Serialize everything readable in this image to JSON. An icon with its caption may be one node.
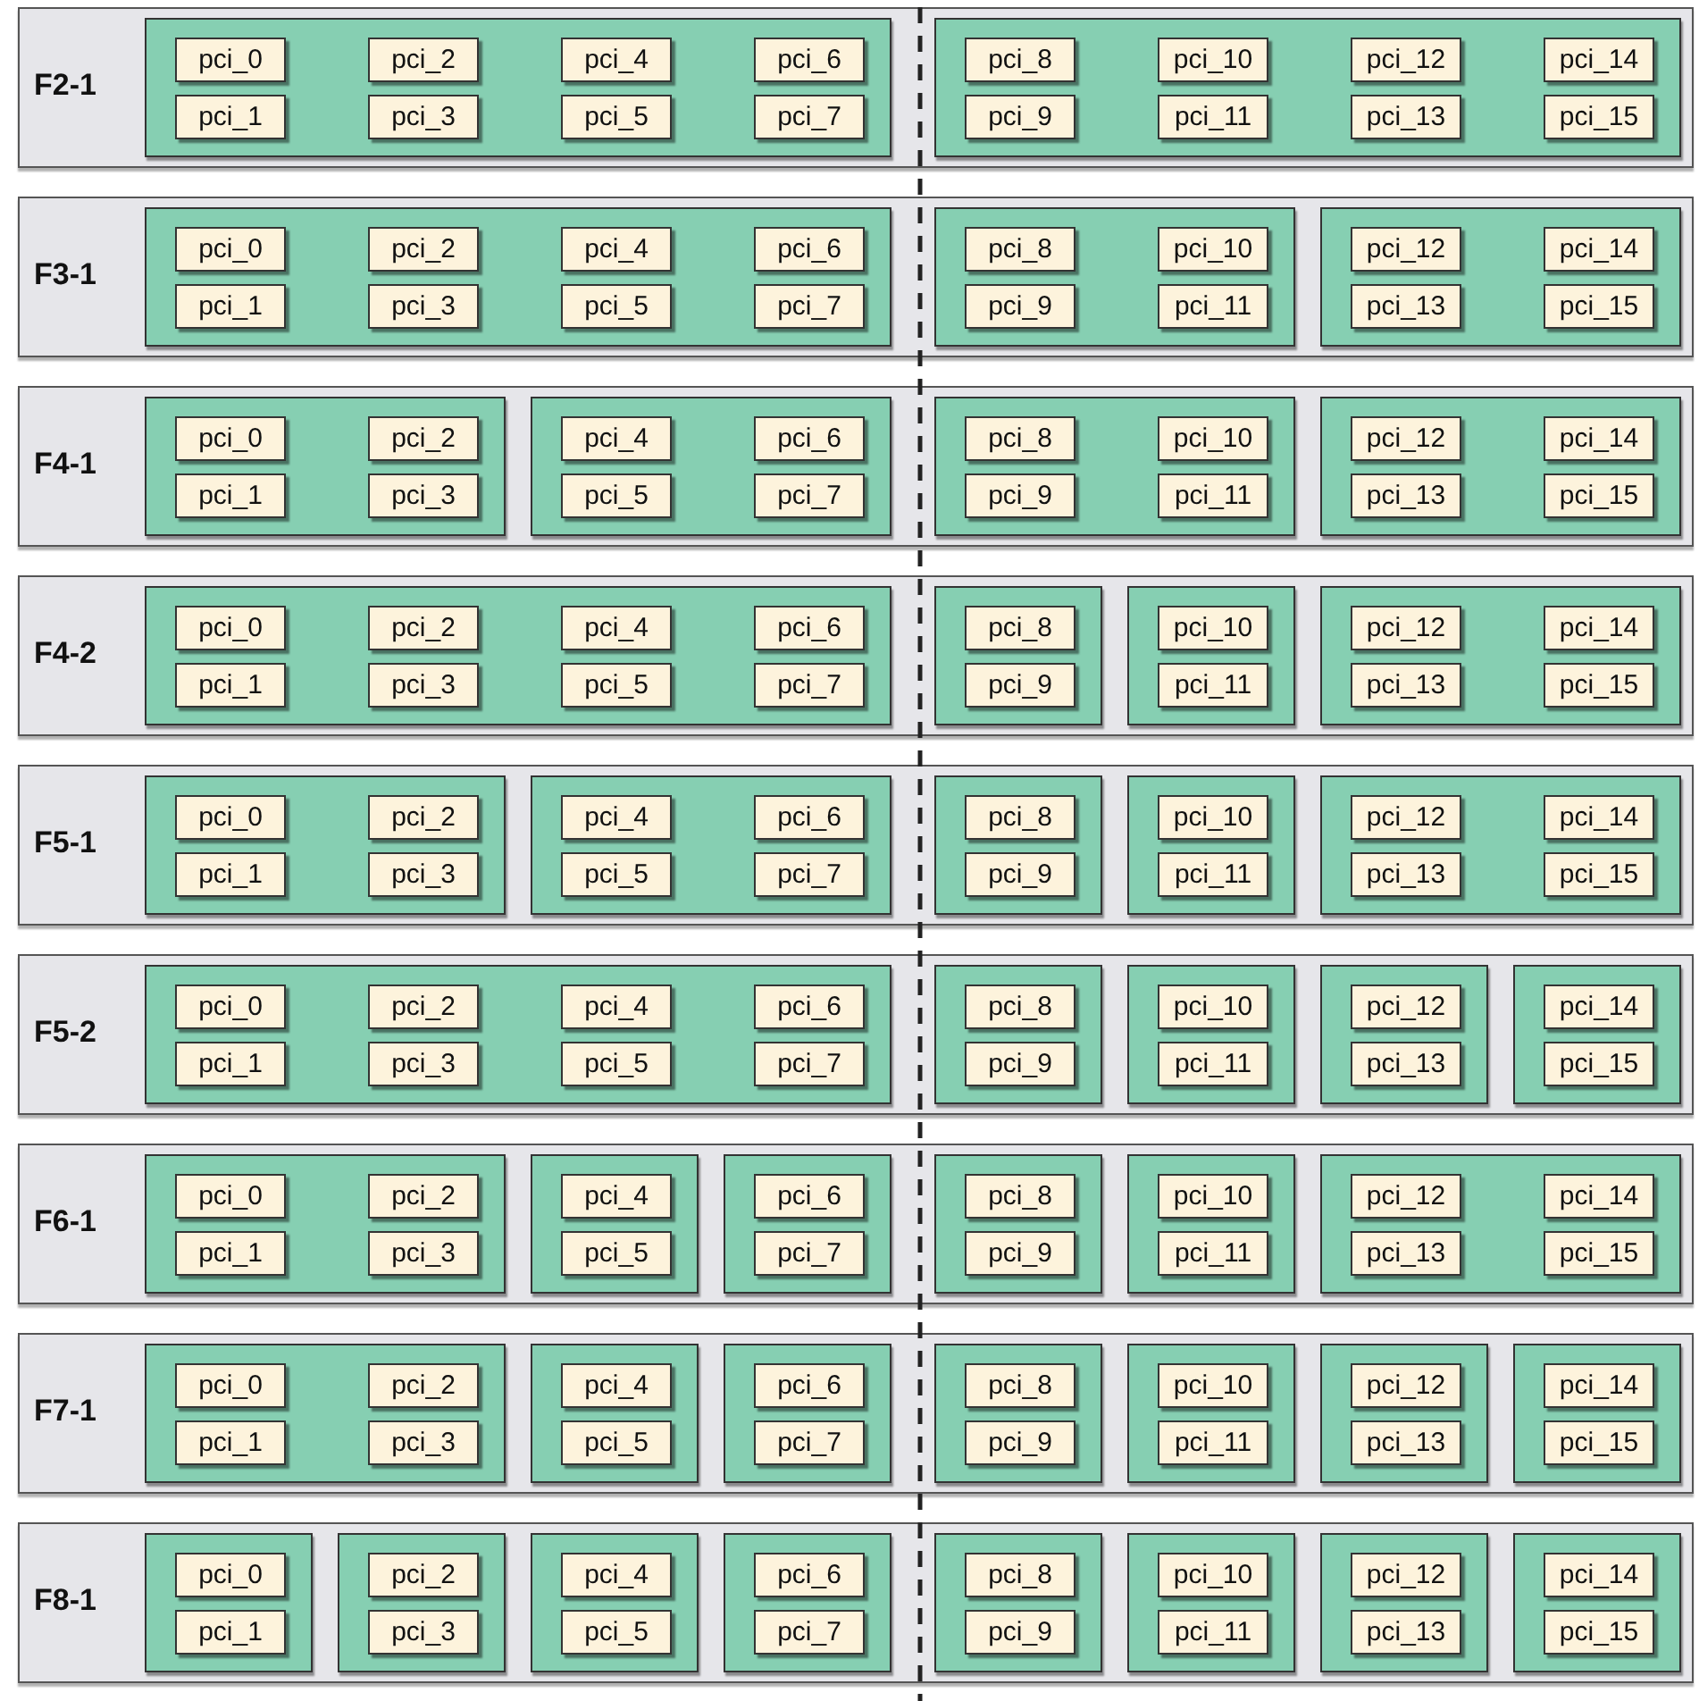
{
  "diagram": {
    "nodes": [
      {
        "text": [
          "F2-1"
        ]
      },
      {
        "text": [],
        "shape": "box",
        "in": 0
      },
      {
        "text": [
          "pci_0"
        ],
        "in": 1
      },
      {
        "text": [
          "pci_1"
        ],
        "in": 1
      },
      {
        "text": [
          "pci_2"
        ],
        "in": 1
      },
      {
        "text": [
          "pci_3"
        ],
        "in": 1
      },
      {
        "text": [
          "pci_4"
        ],
        "in": 1
      },
      {
        "text": [
          "pci_5"
        ],
        "in": 1
      },
      {
        "text": [
          "pci_6"
        ],
        "in": 1
      },
      {
        "text": [
          "pci_7"
        ],
        "in": 1
      },
      {
        "text": [],
        "shape": "box",
        "in": 0
      },
      {
        "text": [
          "pci_8"
        ],
        "in": 10
      },
      {
        "text": [
          "pci_9"
        ],
        "in": 10
      },
      {
        "text": [
          "pci_10"
        ],
        "in": 10
      },
      {
        "text": [
          "pci_11"
        ],
        "in": 10
      },
      {
        "text": [
          "pci_12"
        ],
        "in": 10
      },
      {
        "text": [
          "pci_13"
        ],
        "in": 10
      },
      {
        "text": [
          "pci_14"
        ],
        "in": 10
      },
      {
        "text": [
          "pci_15"
        ],
        "in": 10
      },
      {
        "text": [
          "F3-1"
        ]
      },
      {
        "text": [],
        "shape": "box",
        "in": 19
      },
      {
        "text": [
          "pci_0"
        ],
        "in": 20
      },
      {
        "text": [
          "pci_1"
        ],
        "in": 20
      },
      {
        "text": [
          "pci_2"
        ],
        "in": 20
      },
      {
        "text": [
          "pci_3"
        ],
        "in": 20
      },
      {
        "text": [
          "pci_4"
        ],
        "in": 20
      },
      {
        "text": [
          "pci_5"
        ],
        "in": 20
      },
      {
        "text": [
          "pci_6"
        ],
        "in": 20
      },
      {
        "text": [
          "pci_7"
        ],
        "in": 20
      },
      {
        "text": [],
        "shape": "box",
        "in": 19
      },
      {
        "text": [
          "pci_8"
        ],
        "in": 29
      },
      {
        "text": [
          "pci_9"
        ],
        "in": 29
      },
      {
        "text": [
          "pci_10"
        ],
        "in": 29
      },
      {
        "text": [
          "pci_11"
        ],
        "in": 29
      },
      {
        "text": [],
        "shape": "box",
        "in": 19
      },
      {
        "text": [
          "pci_12"
        ],
        "in": 34
      },
      {
        "text": [
          "pci_13"
        ],
        "in": 34
      },
      {
        "text": [
          "pci_14"
        ],
        "in": 34
      },
      {
        "text": [
          "pci_15"
        ],
        "in": 34
      },
      {
        "text": [
          "F4-1"
        ]
      },
      {
        "text": [],
        "shape": "box",
        "in": 39
      },
      {
        "text": [
          "pci_0"
        ],
        "in": 40
      },
      {
        "text": [
          "pci_1"
        ],
        "in": 40
      },
      {
        "text": [
          "pci_2"
        ],
        "in": 40
      },
      {
        "text": [
          "pci_3"
        ],
        "in": 40
      },
      {
        "text": [],
        "shape": "box",
        "in": 39
      },
      {
        "text": [
          "pci_4"
        ],
        "in": 45
      },
      {
        "text": [
          "pci_5"
        ],
        "in": 45
      },
      {
        "text": [
          "pci_6"
        ],
        "in": 45
      },
      {
        "text": [
          "pci_7"
        ],
        "in": 45
      },
      {
        "text": [],
        "shape": "box",
        "in": 39
      },
      {
        "text": [
          "pci_8"
        ],
        "in": 50
      },
      {
        "text": [
          "pci_9"
        ],
        "in": 50
      },
      {
        "text": [
          "pci_10"
        ],
        "in": 50
      },
      {
        "text": [
          "pci_11"
        ],
        "in": 50
      },
      {
        "text": [],
        "shape": "box",
        "in": 39
      },
      {
        "text": [
          "pci_12"
        ],
        "in": 55
      },
      {
        "text": [
          "pci_13"
        ],
        "in": 55
      },
      {
        "text": [
          "pci_14"
        ],
        "in": 55
      },
      {
        "text": [
          "pci_15"
        ],
        "in": 55
      },
      {
        "text": [
          "F4-2"
        ]
      },
      {
        "text": [],
        "shape": "box",
        "in": 60
      },
      {
        "text": [
          "pci_0"
        ],
        "in": 61
      },
      {
        "text": [
          "pci_1"
        ],
        "in": 61
      },
      {
        "text": [
          "pci_2"
        ],
        "in": 61
      },
      {
        "text": [
          "pci_3"
        ],
        "in": 61
      },
      {
        "text": [
          "pci_4"
        ],
        "in": 61
      },
      {
        "text": [
          "pci_5"
        ],
        "in": 61
      },
      {
        "text": [
          "pci_6"
        ],
        "in": 61
      },
      {
        "text": [
          "pci_7"
        ],
        "in": 61
      },
      {
        "text": [],
        "shape": "box",
        "in": 60
      },
      {
        "text": [
          "pci_8"
        ],
        "in": 70
      },
      {
        "text": [
          "pci_9"
        ],
        "in": 70
      },
      {
        "text": [],
        "shape": "box",
        "in": 60
      },
      {
        "text": [
          "pci_10"
        ],
        "in": 73
      },
      {
        "text": [
          "pci_11"
        ],
        "in": 73
      },
      {
        "text": [],
        "shape": "box",
        "in": 60
      },
      {
        "text": [
          "pci_12"
        ],
        "in": 76
      },
      {
        "text": [
          "pci_13"
        ],
        "in": 76
      },
      {
        "text": [
          "pci_14"
        ],
        "in": 76
      },
      {
        "text": [
          "pci_15"
        ],
        "in": 76
      },
      {
        "text": [
          "F5-1"
        ]
      },
      {
        "text": [],
        "shape": "box",
        "in": 81
      },
      {
        "text": [
          "pci_0"
        ],
        "in": 82
      },
      {
        "text": [
          "pci_1"
        ],
        "in": 82
      },
      {
        "text": [
          "pci_2"
        ],
        "in": 82
      },
      {
        "text": [
          "pci_3"
        ],
        "in": 82
      },
      {
        "text": [],
        "shape": "box",
        "in": 81
      },
      {
        "text": [
          "pci_4"
        ],
        "in": 87
      },
      {
        "text": [
          "pci_5"
        ],
        "in": 87
      },
      {
        "text": [
          "pci_6"
        ],
        "in": 87
      },
      {
        "text": [
          "pci_7"
        ],
        "in": 87
      },
      {
        "text": [],
        "shape": "box",
        "in": 81
      },
      {
        "text": [
          "pci_8"
        ],
        "in": 92
      },
      {
        "text": [
          "pci_9"
        ],
        "in": 92
      },
      {
        "text": [],
        "shape": "box",
        "in": 81
      },
      {
        "text": [
          "pci_10"
        ],
        "in": 95
      },
      {
        "text": [
          "pci_11"
        ],
        "in": 95
      },
      {
        "text": [],
        "shape": "box",
        "in": 81
      },
      {
        "text": [
          "pci_12"
        ],
        "in": 98
      },
      {
        "text": [
          "pci_13"
        ],
        "in": 98
      },
      {
        "text": [
          "pci_14"
        ],
        "in": 98
      },
      {
        "text": [
          "pci_15"
        ],
        "in": 98
      },
      {
        "text": [
          "F5-2"
        ]
      },
      {
        "text": [],
        "shape": "box",
        "in": 103
      },
      {
        "text": [
          "pci_0"
        ],
        "in": 104
      },
      {
        "text": [
          "pci_1"
        ],
        "in": 104
      },
      {
        "text": [
          "pci_2"
        ],
        "in": 104
      },
      {
        "text": [
          "pci_3"
        ],
        "in": 104
      },
      {
        "text": [
          "pci_4"
        ],
        "in": 104
      },
      {
        "text": [
          "pci_5"
        ],
        "in": 104
      },
      {
        "text": [
          "pci_6"
        ],
        "in": 104
      },
      {
        "text": [
          "pci_7"
        ],
        "in": 104
      },
      {
        "text": [],
        "shape": "box",
        "in": 103
      },
      {
        "text": [
          "pci_8"
        ],
        "in": 113
      },
      {
        "text": [
          "pci_9"
        ],
        "in": 113
      },
      {
        "text": [],
        "shape": "box",
        "in": 103
      },
      {
        "text": [
          "pci_10"
        ],
        "in": 116
      },
      {
        "text": [
          "pci_11"
        ],
        "in": 116
      },
      {
        "text": [],
        "shape": "box",
        "in": 103
      },
      {
        "text": [
          "pci_12"
        ],
        "in": 119
      },
      {
        "text": [
          "pci_13"
        ],
        "in": 119
      },
      {
        "text": [],
        "shape": "box",
        "in": 103
      },
      {
        "text": [
          "pci_14"
        ],
        "in": 122
      },
      {
        "text": [
          "pci_15"
        ],
        "in": 122
      },
      {
        "text": [
          "F6-1"
        ]
      },
      {
        "text": [],
        "shape": "box",
        "in": 125
      },
      {
        "text": [
          "pci_0"
        ],
        "in": 126
      },
      {
        "text": [
          "pci_1"
        ],
        "in": 126
      },
      {
        "text": [
          "pci_2"
        ],
        "in": 126
      },
      {
        "text": [
          "pci_3"
        ],
        "in": 126
      },
      {
        "text": [],
        "shape": "box",
        "in": 125
      },
      {
        "text": [
          "pci_4"
        ],
        "in": 131
      },
      {
        "text": [
          "pci_5"
        ],
        "in": 131
      },
      {
        "text": [],
        "shape": "box",
        "in": 125
      },
      {
        "text": [
          "pci_6"
        ],
        "in": 134
      },
      {
        "text": [
          "pci_7"
        ],
        "in": 134
      },
      {
        "text": [],
        "shape": "box",
        "in": 125
      },
      {
        "text": [
          "pci_8"
        ],
        "in": 137
      },
      {
        "text": [
          "pci_9"
        ],
        "in": 137
      },
      {
        "text": [],
        "shape": "box",
        "in": 125
      },
      {
        "text": [
          "pci_10"
        ],
        "in": 140
      },
      {
        "text": [
          "pci_11"
        ],
        "in": 140
      },
      {
        "text": [],
        "shape": "box",
        "in": 125
      },
      {
        "text": [
          "pci_12"
        ],
        "in": 143
      },
      {
        "text": [
          "pci_13"
        ],
        "in": 143
      },
      {
        "text": [
          "pci_14"
        ],
        "in": 143
      },
      {
        "text": [
          "pci_15"
        ],
        "in": 143
      },
      {
        "text": [
          "F7-1"
        ]
      },
      {
        "text": [],
        "shape": "box",
        "in": 148
      },
      {
        "text": [
          "pci_0"
        ],
        "in": 149
      },
      {
        "text": [
          "pci_1"
        ],
        "in": 149
      },
      {
        "text": [
          "pci_2"
        ],
        "in": 149
      },
      {
        "text": [
          "pci_3"
        ],
        "in": 149
      },
      {
        "text": [],
        "shape": "box",
        "in": 148
      },
      {
        "text": [
          "pci_4"
        ],
        "in": 154
      },
      {
        "text": [
          "pci_5"
        ],
        "in": 154
      },
      {
        "text": [],
        "shape": "box",
        "in": 148
      },
      {
        "text": [
          "pci_6"
        ],
        "in": 157
      },
      {
        "text": [
          "pci_7"
        ],
        "in": 157
      },
      {
        "text": [],
        "shape": "box",
        "in": 148
      },
      {
        "text": [
          "pci_8"
        ],
        "in": 160
      },
      {
        "text": [
          "pci_9"
        ],
        "in": 160
      },
      {
        "text": [],
        "shape": "box",
        "in": 148
      },
      {
        "text": [
          "pci_10"
        ],
        "in": 163
      },
      {
        "text": [
          "pci_11"
        ],
        "in": 163
      },
      {
        "text": [],
        "shape": "box",
        "in": 148
      },
      {
        "text": [
          "pci_12"
        ],
        "in": 166
      },
      {
        "text": [
          "pci_13"
        ],
        "in": 166
      },
      {
        "text": [],
        "shape": "box",
        "in": 148
      },
      {
        "text": [
          "pci_14"
        ],
        "in": 169
      },
      {
        "text": [
          "pci_15"
        ],
        "in": 169
      },
      {
        "text": [
          "F8-1"
        ]
      },
      {
        "text": [],
        "shape": "box",
        "in": 172
      },
      {
        "text": [
          "pci_0"
        ],
        "in": 173
      },
      {
        "text": [
          "pci_1"
        ],
        "in": 173
      },
      {
        "text": [],
        "shape": "box",
        "in": 172
      },
      {
        "text": [
          "pci_2"
        ],
        "in": 176
      },
      {
        "text": [
          "pci_3"
        ],
        "in": 176
      },
      {
        "text": [],
        "shape": "box",
        "in": 172
      },
      {
        "text": [
          "pci_4"
        ],
        "in": 179
      },
      {
        "text": [
          "pci_5"
        ],
        "in": 179
      },
      {
        "text": [],
        "shape": "box",
        "in": 172
      },
      {
        "text": [
          "pci_6"
        ],
        "in": 182
      },
      {
        "text": [
          "pci_7"
        ],
        "in": 182
      },
      {
        "text": [],
        "shape": "box",
        "in": 172
      },
      {
        "text": [
          "pci_8"
        ],
        "in": 185
      },
      {
        "text": [
          "pci_9"
        ],
        "in": 185
      },
      {
        "text": [],
        "shape": "box",
        "in": 172
      },
      {
        "text": [
          "pci_10"
        ],
        "in": 188
      },
      {
        "text": [
          "pci_11"
        ],
        "in": 188
      },
      {
        "text": [],
        "shape": "box",
        "in": 172
      },
      {
        "text": [
          "pci_12"
        ],
        "in": 191
      },
      {
        "text": [
          "pci_13"
        ],
        "in": 191
      },
      {
        "text": [],
        "shape": "box",
        "in": 172
      },
      {
        "text": [
          "pci_14"
        ],
        "in": 194
      },
      {
        "text": [
          "pci_15"
        ],
        "in": 194
      }
    ]
  }
}
